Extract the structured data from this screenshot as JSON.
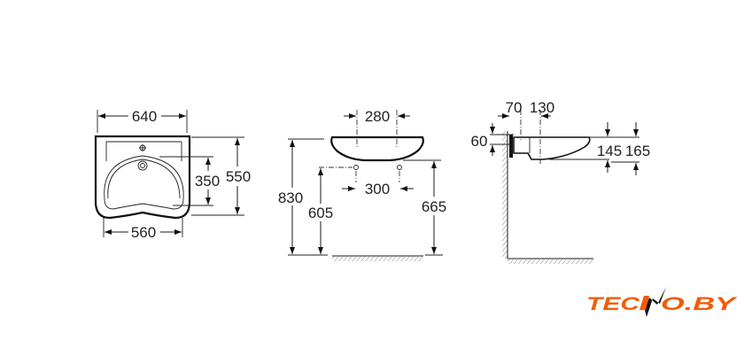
{
  "front_view": {
    "width_top": "640",
    "height_total": "550",
    "bowl_depth": "350",
    "width_bottom": "560"
  },
  "side_view": {
    "tap_spacing": "280",
    "rim_height": "830",
    "fixing_height": "605",
    "fixing_spacing": "300",
    "underside_height": "665"
  },
  "profile_view": {
    "wall_offset": "70",
    "tap_offset": "130",
    "bracket_height": "60",
    "bowl_depth": "145",
    "overall_depth": "165"
  },
  "logo": {
    "text": "TECNO.BY",
    "color": "#f25c05",
    "bolt_color": "#111111"
  }
}
